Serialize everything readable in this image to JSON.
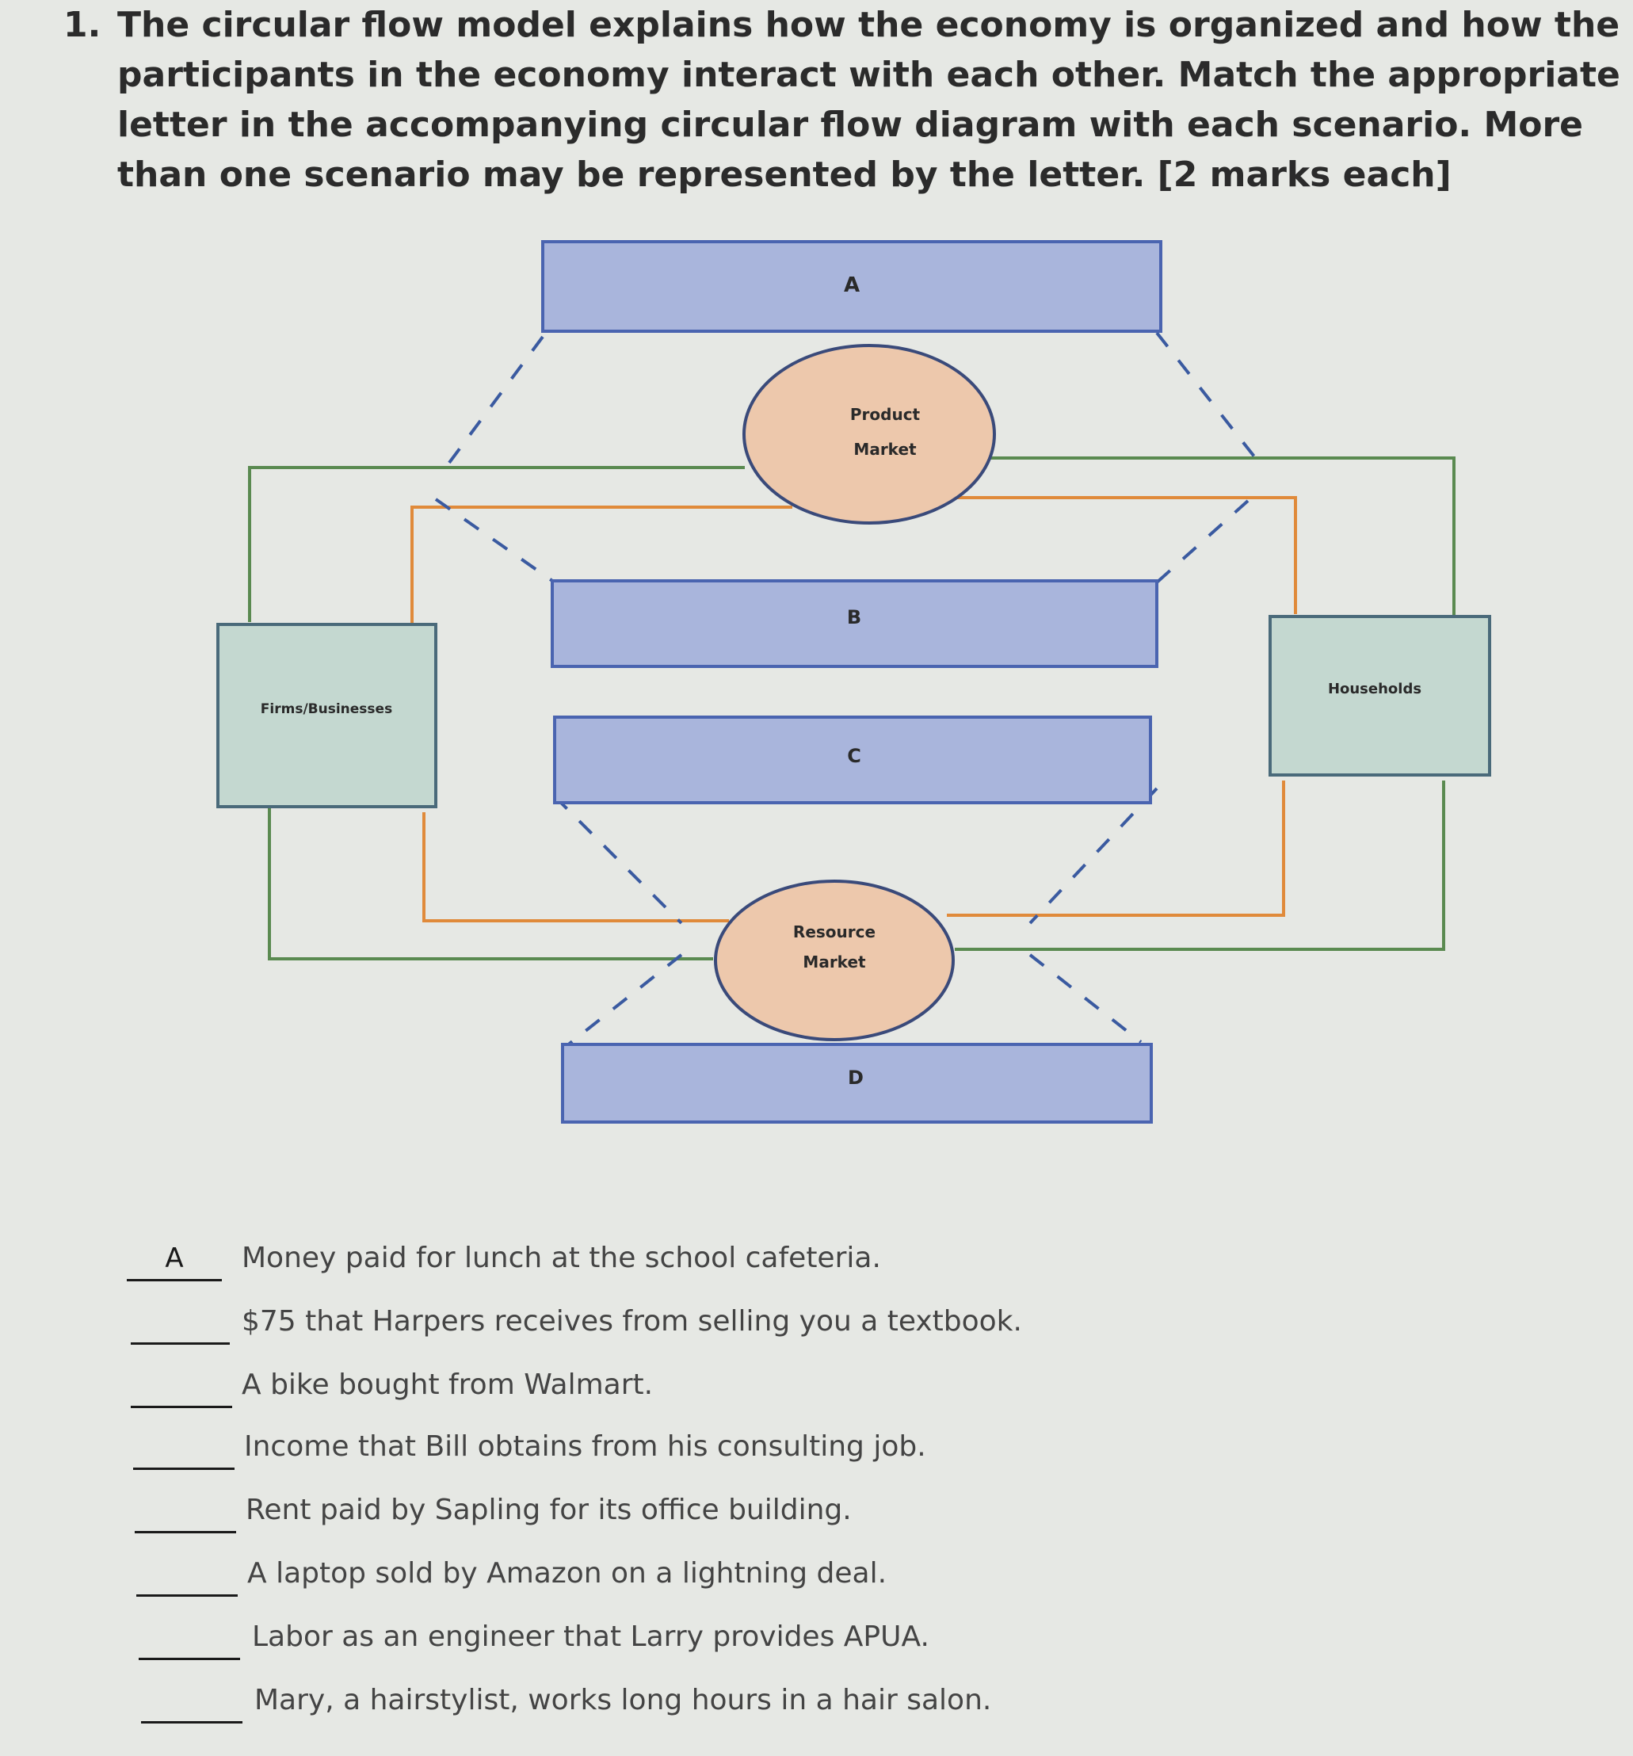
{
  "question": {
    "number": "1.",
    "text": "The circular flow model explains how the economy is organized and how the participants in the economy interact with each other.  Match the appropriate letter in the accompanying circular flow diagram with each scenario.  More than one scenario may be represented by the letter. [2 marks each]"
  },
  "diagram": {
    "boxes": {
      "a": "A",
      "b": "B",
      "c": "C",
      "d": "D"
    },
    "product_market": {
      "line1": "Product",
      "line2": "Market"
    },
    "resource_market": {
      "line1": "Resource",
      "line2": "Market"
    },
    "firms": "Firms/Businesses",
    "households": "Households",
    "colors": {
      "letter_box_fill": "#a9b5dc",
      "letter_box_stroke": "#4a64b0",
      "market_fill": "#edc8ac",
      "sector_fill": "#c4d8d0",
      "sector_stroke": "#4a6a7a",
      "green_flow": "#5a8a50",
      "orange_flow": "#e08a3a",
      "dashed": "#3a5aa0"
    }
  },
  "answers": [
    {
      "blank": "A",
      "scenario": "Money paid for lunch at the school cafeteria."
    },
    {
      "blank": "",
      "scenario": "$75 that Harpers receives from selling you a textbook."
    },
    {
      "blank": "",
      "scenario": "A bike bought from Walmart."
    },
    {
      "blank": "",
      "scenario": "Income that Bill obtains from his consulting job."
    },
    {
      "blank": "",
      "scenario": "Rent paid by Sapling for its office building."
    },
    {
      "blank": "",
      "scenario": "A laptop sold by Amazon on a lightning deal."
    },
    {
      "blank": "",
      "scenario": "Labor as an engineer that Larry provides APUA."
    },
    {
      "blank": "",
      "scenario": "Mary, a hairstylist, works long hours in a hair salon."
    }
  ]
}
